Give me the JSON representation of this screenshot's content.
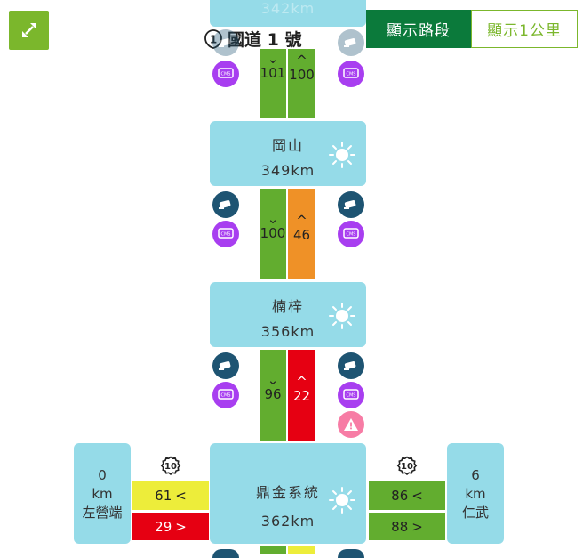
{
  "header": {
    "route_number": "1",
    "route_name": "國道 1 號",
    "top_station_km": "342km"
  },
  "toolbar": {
    "show_segments": "顯示路段",
    "show_1km": "顯示1公里"
  },
  "colors": {
    "green": "#62ad2f",
    "orange": "#ef9127",
    "red": "#e60012",
    "yellow": "#eded3a",
    "station": "#95dbe8",
    "camera": "#1e5472",
    "cms": "#a83ef0",
    "warning": "#f77ca5",
    "active_tab": "#0b7a3b"
  },
  "segments": [
    {
      "south_speed": "101",
      "north_speed": "100",
      "south_color": "green",
      "north_color": "green"
    },
    {
      "south_speed": "100",
      "north_speed": "46",
      "south_color": "green",
      "north_color": "orange"
    },
    {
      "south_speed": "96",
      "north_speed": "22",
      "south_color": "green",
      "north_color": "red"
    }
  ],
  "stations": [
    {
      "name": "岡山",
      "km": "349km",
      "weather": "sun-icon"
    },
    {
      "name": "楠梓",
      "km": "356km",
      "weather": "sun-icon"
    },
    {
      "name": "鼎金系統",
      "km": "362km",
      "weather": "sun-icon"
    }
  ],
  "chevrons": {
    "south": "⌄",
    "north": "^"
  },
  "cms_label": "CMS",
  "interchange": {
    "route_number": "10",
    "left": {
      "km_value": "0",
      "km_unit": "km",
      "name": "左營端",
      "upper_speed": "61",
      "upper_arrow": "<",
      "lower_speed": "29",
      "lower_arrow": ">"
    },
    "right": {
      "km_value": "6",
      "km_unit": "km",
      "name": "仁武",
      "upper_speed": "86",
      "upper_arrow": "<",
      "lower_speed": "88",
      "lower_arrow": ">"
    }
  }
}
